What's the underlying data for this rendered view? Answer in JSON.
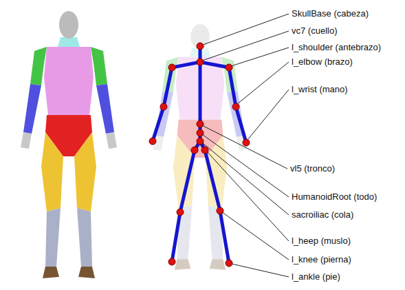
{
  "diagram": {
    "labels": [
      "SkullBase (cabeza)",
      "vc7 (cuello)",
      "l_shoulder (antebrazo)",
      "l_elbow (brazo)",
      "l_wrist (mano)",
      "vl5 (tronco)",
      "HumanoidRoot (todo)",
      "sacroiliac (cola)",
      "l_heep (muslo)",
      "l_knee (pierna)",
      "l_ankle (pie)"
    ]
  }
}
